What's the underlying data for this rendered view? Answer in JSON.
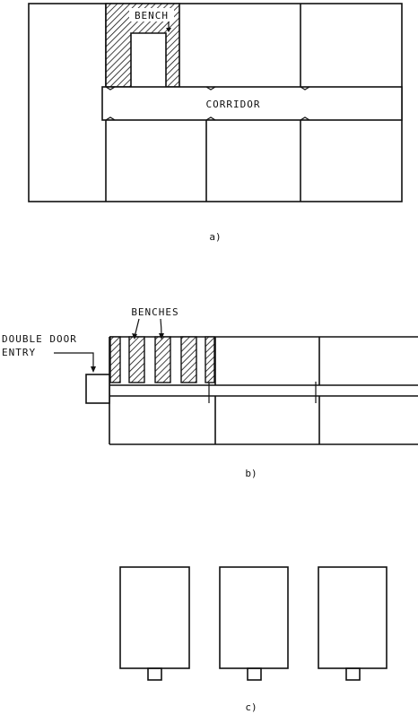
{
  "figure_a": {
    "bench_label": "BENCH",
    "corridor_label": "CORRIDOR",
    "caption": "a)"
  },
  "figure_b": {
    "benches_label": "BENCHES",
    "entry_label_line1": "DOUBLE DOOR",
    "entry_label_line2": "ENTRY",
    "caption": "b)"
  },
  "figure_c": {
    "caption": "c)"
  }
}
